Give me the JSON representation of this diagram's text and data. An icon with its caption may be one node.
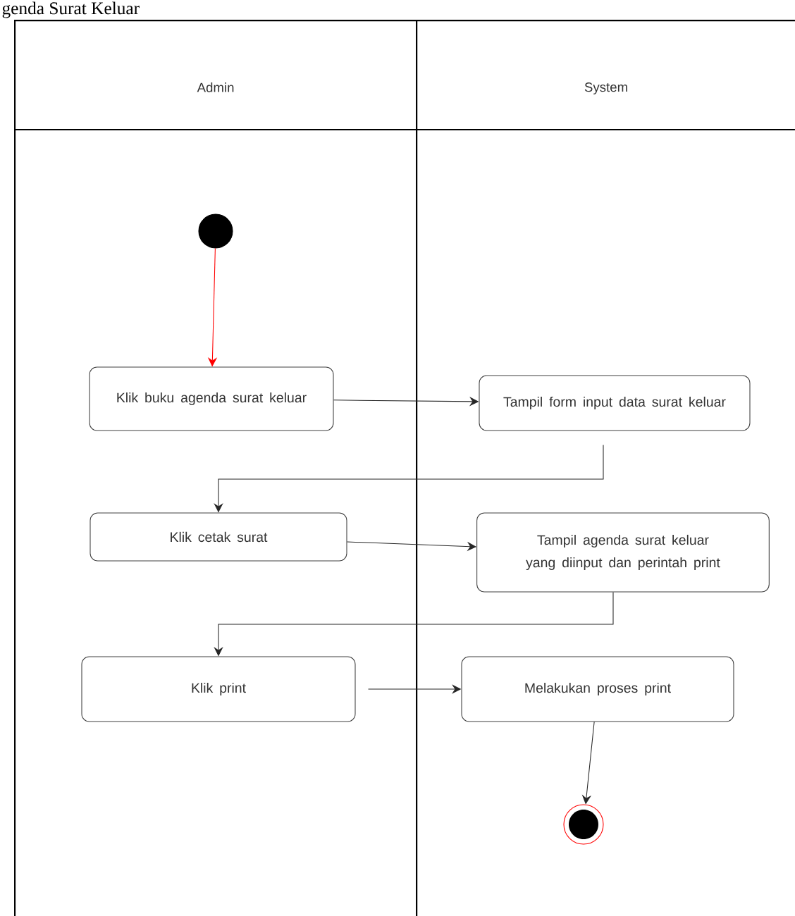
{
  "diagram": {
    "title": "genda Surat Keluar",
    "nodes": [
      {
        "text": [
          "Admin"
        ]
      },
      {
        "text": [
          "System"
        ]
      },
      {
        "text": [],
        "shape": "circle",
        "in": 0
      },
      {
        "text": [
          "Klik buku agenda surat keluar"
        ],
        "in": 0
      },
      {
        "text": [
          "Tampil form input data surat keluar"
        ],
        "in": 1
      },
      {
        "text": [
          "Klik cetak surat"
        ],
        "in": 0
      },
      {
        "text": [
          "Tampil agenda surat keluar yang diinput dan perintah print"
        ],
        "in": 1
      },
      {
        "text": [
          "Klik print"
        ],
        "in": 0
      },
      {
        "text": [
          "Melakukan proses print"
        ],
        "in": 1
      },
      {
        "text": [],
        "shape": "circle",
        "in": 1
      }
    ],
    "edges": [
      {
        "from": 2,
        "to": 3,
        "arrow": "to",
        "color": "#ff0000"
      },
      {
        "from": 3,
        "to": 4,
        "arrow": "to"
      },
      {
        "from": 4,
        "to": 5,
        "arrow": "to"
      },
      {
        "from": 5,
        "to": 6,
        "arrow": "to"
      },
      {
        "from": 6,
        "to": 7,
        "arrow": "to"
      },
      {
        "from": 7,
        "to": 8,
        "arrow": "to"
      },
      {
        "from": 8,
        "to": 9,
        "arrow": "to"
      }
    ]
  }
}
